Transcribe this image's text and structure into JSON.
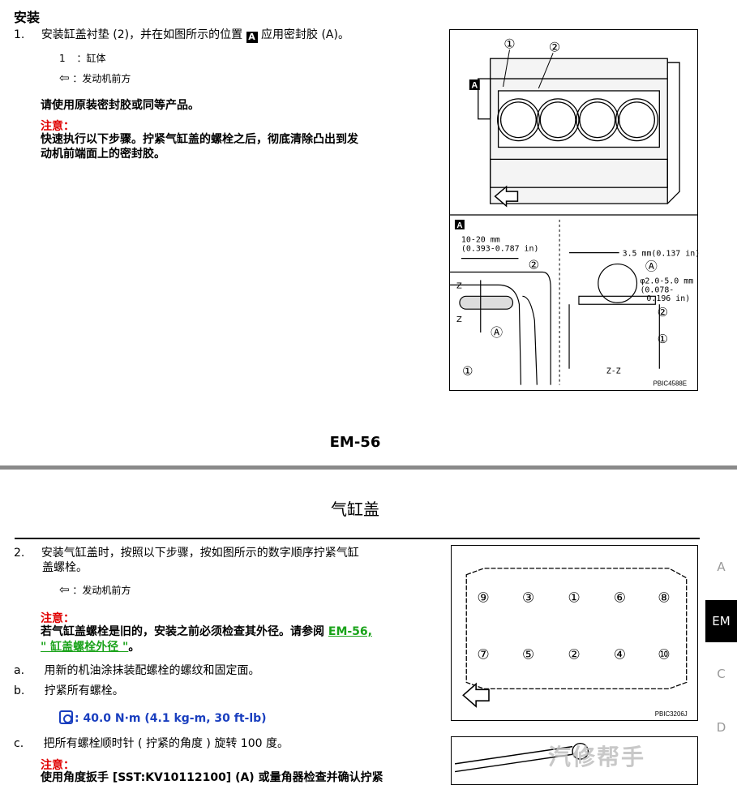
{
  "section1": {
    "heading": "安装",
    "step1_num": "1.",
    "step1_text_a": "安装缸盖衬垫 (2)，并在如图所示的位置",
    "step1_box": "A",
    "step1_text_b": "应用密封胶 (A)。",
    "legend1_num": "1",
    "legend1_text": "：缸体",
    "legend2_arrow": "⇦",
    "legend2_text": "：发动机前方",
    "note": "请使用原装密封胶或同等产品。",
    "caution_title": "注意：",
    "caution_line1": "快速执行以下步骤。拧紧气缸盖的螺栓之后，彻底清除凸出到发",
    "caution_line2": "动机前端面上的密封胶。"
  },
  "figure1": {
    "label_A": "A",
    "callout1": "①",
    "callout2": "②",
    "dim1": "10-20 mm",
    "dim1b": "(0.393-0.787 in)",
    "dim2": "3.5 mm(0.137 in)",
    "dim3": "φ2.0-5.0 mm",
    "dim3b": "(0.078-",
    "dim3c": "0.196 in)",
    "calloutA": "Ⓐ",
    "zlabel": "Z",
    "zz": "Z-Z",
    "code": "PBIC4588E"
  },
  "page_footer": "EM-56",
  "page_title": "气缸盖",
  "section2": {
    "step2_num": "2.",
    "step2_line1": "安装气缸盖时，按照以下步骤，按如图所示的数字顺序拧紧气缸",
    "step2_line2": "盖螺栓。",
    "legend_arrow": "⇦",
    "legend_text": "：发动机前方",
    "caution_title": "注意：",
    "caution_line1_a": "若气缸盖螺栓是旧的，安装之前必须检查其外径。请参阅",
    "caution_link1": "EM-56,",
    "caution_link2": "\" 缸盖螺栓外径 \"",
    "caution_end": "。",
    "a_num": "a.",
    "a_text": "用新的机油涂抹装配螺栓的螺纹和固定面。",
    "b_num": "b.",
    "b_text": "拧紧所有螺栓。",
    "torque": ": 40.0 N·m (4.1 kg-m, 30 ft-lb)",
    "c_num": "c.",
    "c_text": "把所有螺栓顺时针 ( 拧紧的角度 ) 旋转 100 度。",
    "caution2_title": "注意：",
    "caution2_line": "使用角度扳手 [SST:KV10112100] (A) 或量角器检查并确认拧紧"
  },
  "figure2": {
    "top_row": [
      "⑨",
      "③",
      "①",
      "⑥",
      "⑧"
    ],
    "bottom_row": [
      "⑦",
      "⑤",
      "②",
      "④",
      "⑩"
    ],
    "code": "PBIC3206J"
  },
  "side_tabs": [
    "A",
    "EM",
    "C",
    "D"
  ],
  "watermark": "汽修帮手"
}
